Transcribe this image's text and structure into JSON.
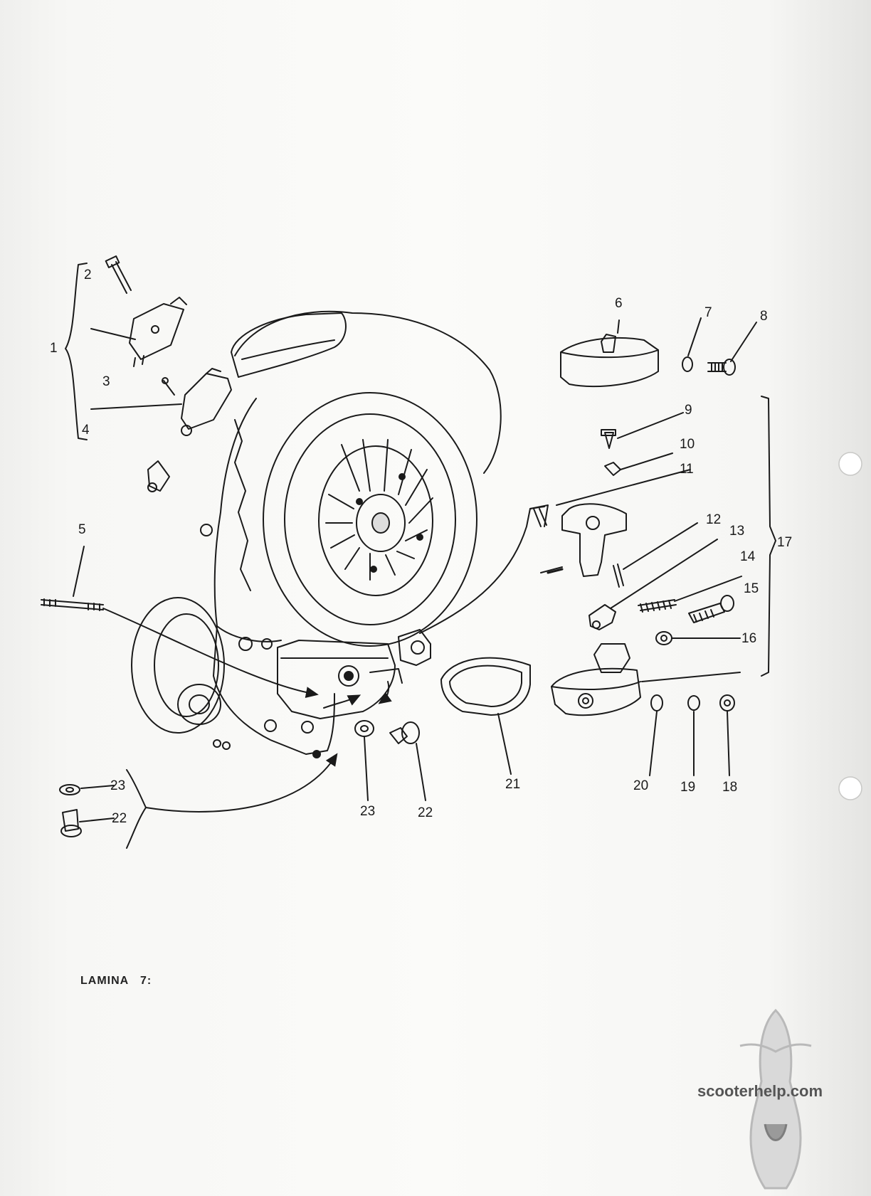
{
  "plate": {
    "caption": "LAMINA   7:"
  },
  "callouts": {
    "c1": "1",
    "c2": "2",
    "c3": "3",
    "c4": "4",
    "c5": "5",
    "c6": "6",
    "c7": "7",
    "c8": "8",
    "c9": "9",
    "c10": "10",
    "c11": "11",
    "c12": "12",
    "c13": "13",
    "c14": "14",
    "c15": "15",
    "c16": "16",
    "c17": "17",
    "c18": "18",
    "c19": "19",
    "c20": "20",
    "c21": "21",
    "c22a": "22",
    "c23a": "23",
    "c22b": "22",
    "c23b": "23"
  },
  "watermark": {
    "text": "scooterhelp.com"
  },
  "colors": {
    "ink": "#1a1a1a",
    "paper": "#f8f8f6",
    "watermark": "#555555"
  }
}
